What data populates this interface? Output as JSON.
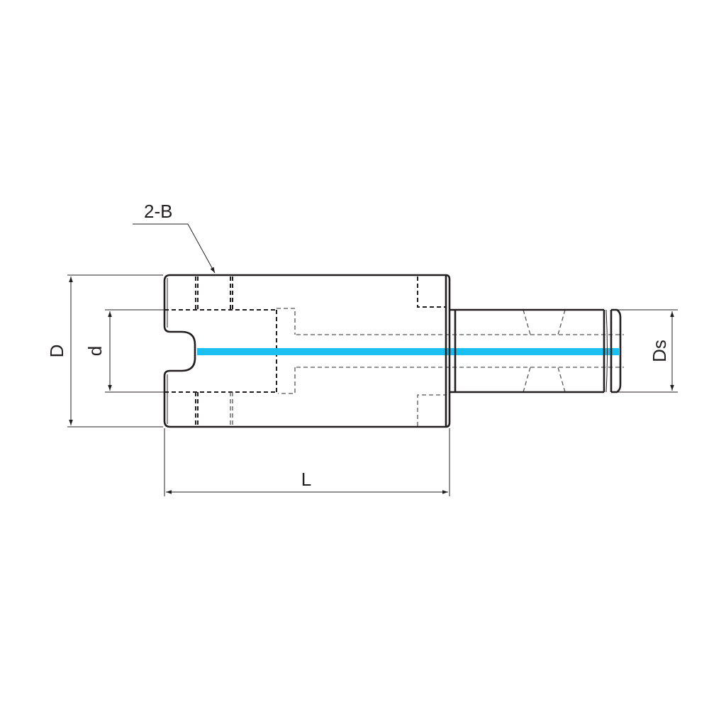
{
  "labels": {
    "callout": "2-B",
    "outer_diameter": "D",
    "inner_diameter": "d",
    "shank_diameter": "Ds",
    "length": "L"
  },
  "colors": {
    "axis": "#19c0f0",
    "line": "#231f20"
  }
}
